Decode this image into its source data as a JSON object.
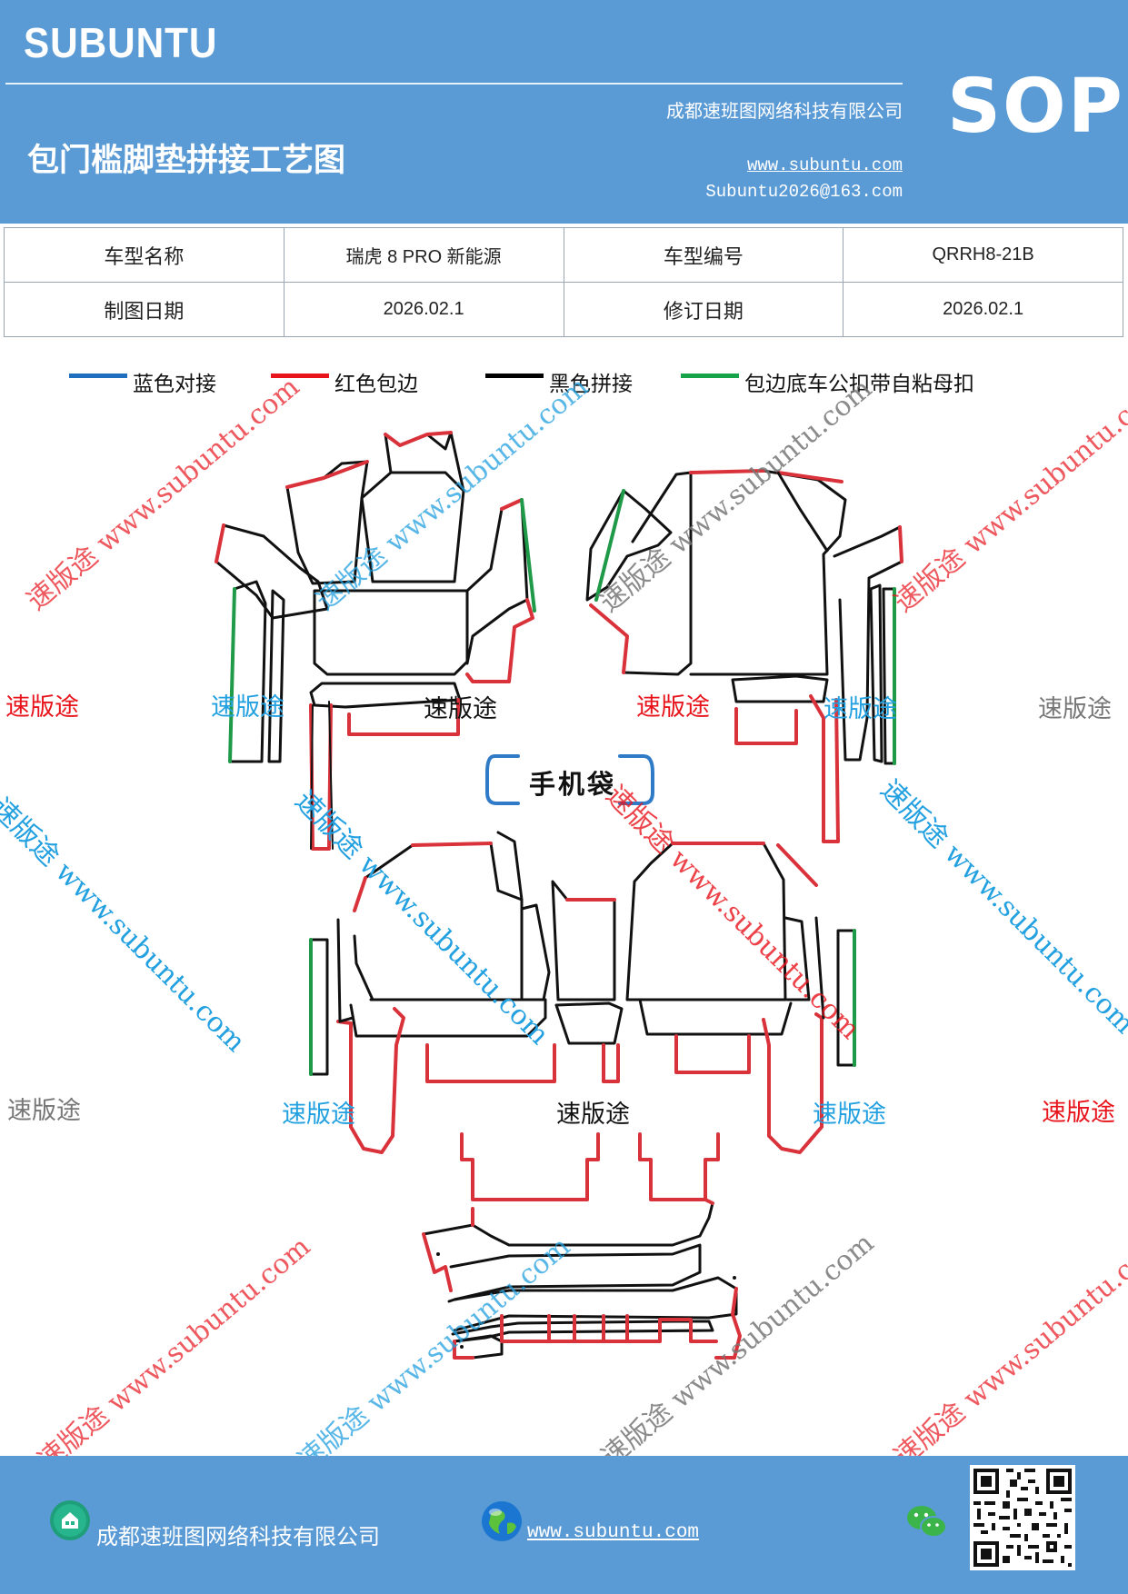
{
  "header": {
    "brand": "SUBUNTU",
    "company": "成都速班图网络科技有限公司",
    "title": "包门槛脚垫拼接工艺图",
    "website": "www.subuntu.com",
    "email": "Subuntu2026@163.com",
    "badge": "SOP"
  },
  "info_table": {
    "rows": [
      [
        "车型名称",
        "瑞虎 8 PRO 新能源",
        "车型编号",
        "QRRH8-21B"
      ],
      [
        "制图日期",
        "2026.02.1",
        "修订日期",
        "2026.02.1"
      ]
    ]
  },
  "legend": [
    {
      "label": "蓝色对接",
      "color": "#1f6fbf"
    },
    {
      "label": "红色包边",
      "color": "#e8141c"
    },
    {
      "label": "黑色拼接",
      "color": "#000000"
    },
    {
      "label": "包边底车公扣带自粘母扣",
      "color": "#17a34a"
    }
  ],
  "diagram": {
    "phone_bag_label": "手机袋",
    "colors": {
      "outline": "#111111",
      "edge_red": "#d9323a",
      "edge_green": "#1e9a48",
      "dock_blue": "#2f7bc8"
    }
  },
  "watermarks": {
    "logo_text": "速版途",
    "url_text": "速版途 www.subuntu.com",
    "colors": {
      "red": "#e8141c",
      "blue": "#22a0e0",
      "gray": "#777777",
      "black": "#111111"
    }
  },
  "footer": {
    "company": "成都速班图网络科技有限公司",
    "website": "www.subuntu.com ",
    "icons": [
      "building-icon",
      "globe-icon",
      "wechat-icon",
      "qr-code"
    ]
  }
}
